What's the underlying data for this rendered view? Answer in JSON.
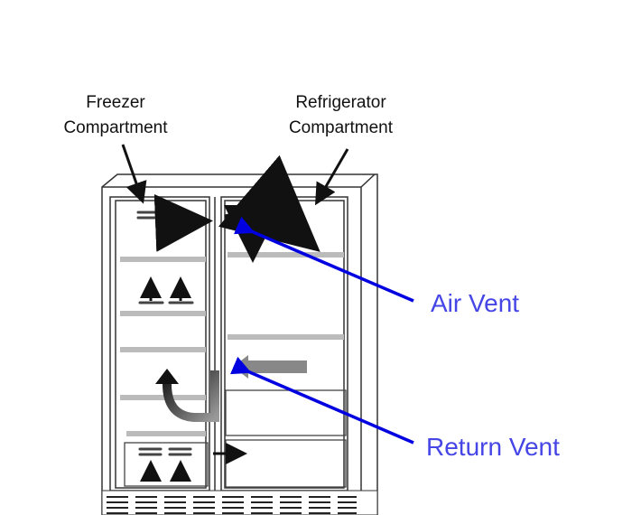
{
  "labels": {
    "freezer": [
      "Freezer",
      "Compartment"
    ],
    "refrigerator": [
      "Refrigerator",
      "Compartment"
    ],
    "air_vent": "Air Vent",
    "return_vent": "Return Vent"
  },
  "colors": {
    "callout_line": "#0000e0",
    "callout_text": "#4646e6",
    "airflow_dark": "#111111",
    "airflow_gray": "#808080"
  }
}
